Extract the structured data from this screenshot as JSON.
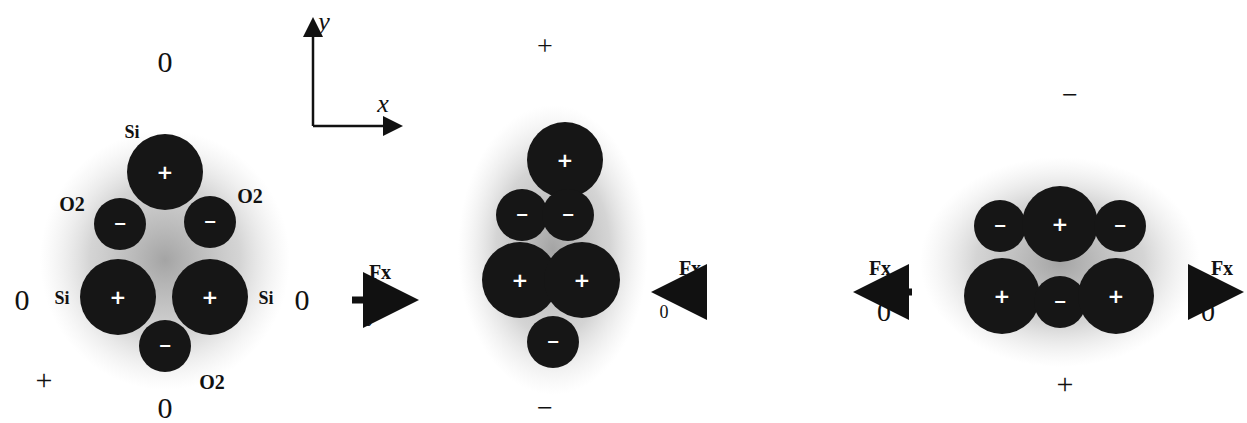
{
  "diagram": {
    "nodes": [
      {
        "text": [
          "+"
        ]
      },
      {
        "text": [
          "−"
        ]
      },
      {
        "text": [
          "−"
        ]
      },
      {
        "text": [
          "+"
        ]
      },
      {
        "text": [
          "+"
        ]
      },
      {
        "text": [
          "−"
        ]
      },
      {
        "text": [
          "+"
        ]
      },
      {
        "text": [
          "−"
        ]
      },
      {
        "text": [
          "−"
        ]
      },
      {
        "text": [
          "+"
        ]
      },
      {
        "text": [
          "+"
        ]
      },
      {
        "text": [
          "−"
        ]
      },
      {
        "text": [
          "−"
        ]
      },
      {
        "text": [
          "+"
        ]
      },
      {
        "text": [
          "−"
        ]
      },
      {
        "text": [
          "+"
        ]
      },
      {
        "text": [
          "−"
        ]
      },
      {
        "text": [
          "+"
        ]
      }
    ],
    "labels": [
      "y",
      "x",
      "0",
      "Si",
      "O2",
      "O2",
      "0",
      "Si",
      "Si",
      "0",
      "O2",
      "+",
      "0",
      "Fx",
      "0",
      "+",
      "Fx",
      "0",
      "−",
      "Fx",
      "0",
      "−",
      "Fx",
      "0",
      "+"
    ]
  }
}
